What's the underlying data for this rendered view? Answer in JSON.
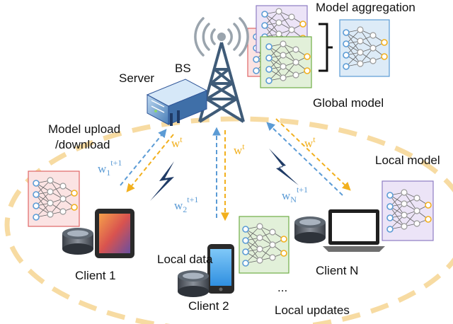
{
  "labels": {
    "model_aggregation": "Model aggregation",
    "server": "Server",
    "bs": "BS",
    "global_model": "Global model",
    "model_upload_line1": "Model upload",
    "model_upload_line2": "/download",
    "local_model": "Local model",
    "client_1": "Client 1",
    "client_2": "Client 2",
    "client_n": "Client N",
    "local_data": "Local data",
    "local_updates": "Local updates",
    "ellipsis": "..."
  },
  "weights": {
    "w_base": "w",
    "global_sup": "t",
    "w1_sub": "1",
    "w2_sub": "2",
    "wn_sub": "N",
    "local_sup": "t+1"
  },
  "colors": {
    "accent_blue": "#5b9bd5",
    "accent_yellow": "#f2b01e",
    "network_purple": "#b4a0d2",
    "network_green": "#a9d18e",
    "network_red": "#f4b6b6",
    "network_blue": "#9dc3e6",
    "dashed_ring": "#f7dba2"
  }
}
